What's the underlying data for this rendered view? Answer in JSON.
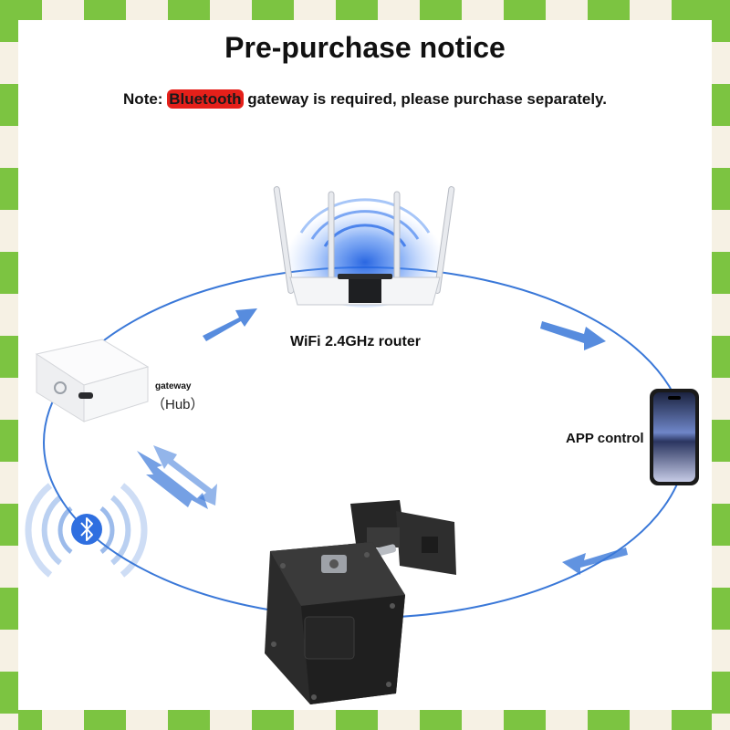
{
  "title": "Pre-purchase notice",
  "note": {
    "prefix": "Note: ",
    "highlight": "Bluetooth",
    "suffix": " gateway is required, please purchase separately."
  },
  "labels": {
    "router": "WiFi 2.4GHz router",
    "app": "APP control",
    "gateway": "gateway",
    "hub": "（Hub）"
  },
  "colors": {
    "accent_blue": "#3a78d8",
    "highlight_red": "#e5201a",
    "border_green": "#7cc441",
    "device_dark": "#2b2b2b"
  },
  "icons": {
    "router": "wifi-router-icon",
    "gateway": "gateway-hub-icon",
    "phone": "smartphone-icon",
    "bluetooth": "bluetooth-icon",
    "lock": "smart-lock-icon"
  }
}
